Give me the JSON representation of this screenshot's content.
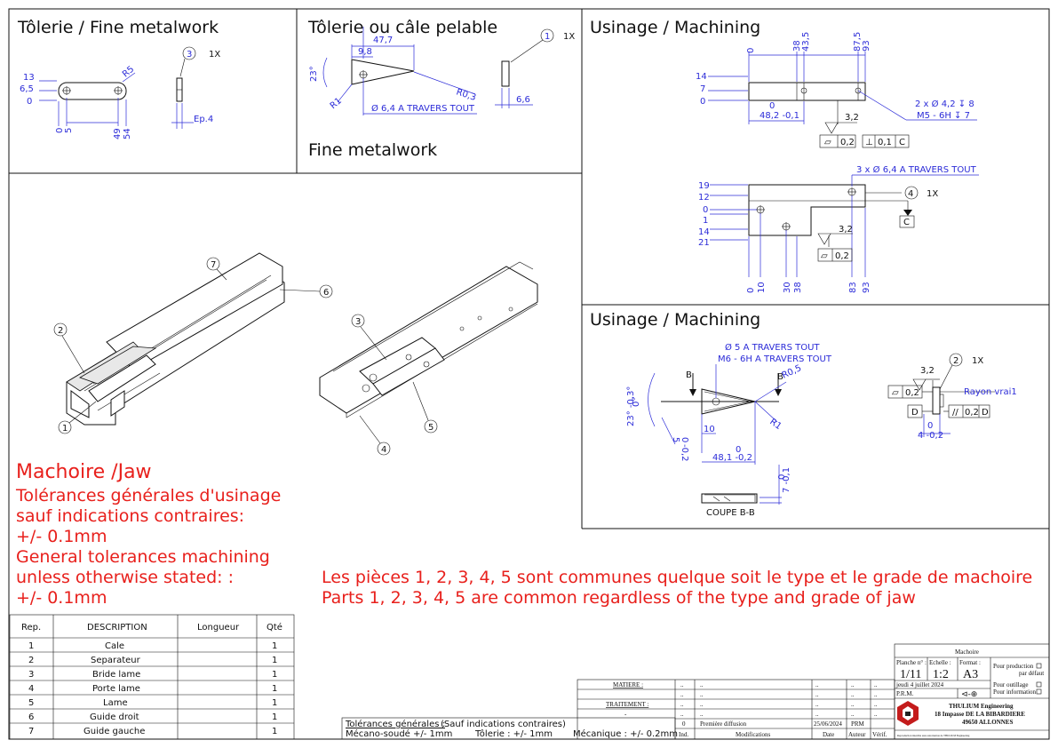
{
  "views": {
    "fine_metalwork_title": "Tôlerie / Fine metalwork",
    "peelable_title": "Tôlerie ou câle pelable",
    "peelable_subtitle": "Fine metalwork",
    "machining_title_1": "Usinage / Machining",
    "machining_title_2": "Usinage / Machining"
  },
  "view1": {
    "dims": [
      "13",
      "6,5",
      "0",
      "R5",
      "0",
      "5",
      "49",
      "54",
      "Ep.4"
    ],
    "balloon": "3",
    "qty": "1X"
  },
  "view2": {
    "dims": [
      "47,7",
      "9,8",
      "23°",
      "R1",
      "R0,3",
      "Ø 6,4 A TRAVERS TOUT",
      "6,6"
    ],
    "balloon": "1",
    "qty": "1X"
  },
  "view3": {
    "top_dims": [
      "0",
      "38",
      "43,5",
      "87,5",
      "93"
    ],
    "left_dims": [
      "14",
      "7",
      "0"
    ],
    "bottom_dims": [
      "0",
      "48,2 -0,1"
    ],
    "hole_note_1": "2 x Ø 4,2 ↧ 8",
    "hole_note_2": "M5 - 6H ↧ 7",
    "roughness": "3,2",
    "gdt_flat": "0,2",
    "gdt_perp": "0,1",
    "gdt_datum": "C",
    "hole_note_3": "3 x Ø 6,4 A TRAVERS TOUT",
    "left_dims_2": [
      "19",
      "12",
      "0",
      "1",
      "14",
      "21"
    ],
    "bottom_dims_2": [
      "0",
      "10",
      "30",
      "38",
      "83",
      "93"
    ],
    "balloon": "4",
    "qty": "1X",
    "roughness_2": "3,2",
    "gdt_flat_2": "0,2",
    "datum_2": "C"
  },
  "view4": {
    "hole_note_1": "Ø 5 A TRAVERS TOUT",
    "hole_note_2": "M6 - 6H A TRAVERS TOUT",
    "section_b": "B",
    "r_small": "R0,5",
    "r_big": "R1",
    "angle_1": "0°",
    "angle_2": "23° -0,3°",
    "dims": [
      "5",
      "0",
      "-0,2",
      "10",
      "0",
      "48,1 -0,2",
      "0",
      "7 -0,1"
    ],
    "section_label": "COUPE B-B",
    "balloon": "2",
    "qty": "1X",
    "roughness": "3,2",
    "gdt_flat": "0,2",
    "datum_d": "D",
    "gdt_par": "0,2",
    "gdt_par_datum": "D",
    "true_radius": "Rayon vrai1",
    "bottom_dims": [
      "0",
      "4 -0,2"
    ]
  },
  "iso_balloons": [
    "7",
    "6",
    "2",
    "1",
    "3",
    "5",
    "4"
  ],
  "notes": {
    "jaw_title": "Machoire /Jaw",
    "lines": [
      "Tolérances générales d'usinage",
      "sauf indications contraires:",
      "+/- 0.1mm",
      "General tolerances machining",
      "unless otherwise stated: :",
      " +/- 0.1mm"
    ],
    "common_fr": "Les pièces 1, 2, 3, 4, 5 sont communes quelque soit le type et le grade de machoire",
    "common_en": "Parts 1, 2, 3, 4, 5 are common regardless of the type and grade of jaw"
  },
  "bom": {
    "headers": [
      "Rep.",
      "DESCRIPTION",
      "Longueur",
      "Qté"
    ],
    "rows": [
      [
        "1",
        "Cale",
        "",
        "1"
      ],
      [
        "2",
        "Separateur",
        "",
        "1"
      ],
      [
        "3",
        "Bride lame",
        "",
        "1"
      ],
      [
        "4",
        "Porte lame",
        "",
        "1"
      ],
      [
        "5",
        "Lame",
        "",
        "1"
      ],
      [
        "6",
        "Guide droit",
        "",
        "1"
      ],
      [
        "7",
        "Guide gauche",
        "",
        "1"
      ]
    ]
  },
  "tolerance_block": {
    "label": "Tolérances générales :",
    "note": "(Sauf indications contraires)",
    "mecano": "Mécano-soudé +/- 1mm",
    "tolerie": "Tôlerie : +/- 1mm",
    "mecanique": "Mécanique : +/- 0.2mm"
  },
  "revision": {
    "matiere": "MATIERE :",
    "traitement": "TRAITEMENT :",
    "dash": "-",
    "dots": "..",
    "rev0_ind": "0",
    "rev0_text": "Première diffusion",
    "rev0_date": "25/06/2024",
    "rev0_author": "PRM",
    "col_ind": "Ind.",
    "col_mod": "Modifications",
    "col_date": "Date",
    "col_auteur": "Auteur",
    "col_verif": "Vérif."
  },
  "title_block": {
    "name": "Machoire",
    "planche_label": "Planche n° :",
    "echelle_label": "Echelle :",
    "format_label": "Format :",
    "planche": "1/11",
    "echelle": "1:2",
    "format": "A3",
    "date": "jeudi 4 juillet 2024",
    "author": "P.R.M.",
    "for_production": "Pour production",
    "par_defaut": "par défaut",
    "pour_outillage": "Pour outillage",
    "pour_information": "Pour information",
    "company": "THULIUM Engineering",
    "address": "18 Impasse DE LA BIBARDIERE",
    "city": "49650 ALLONNES",
    "legal": "Reproduction interdite sans autorisation de THULIUM Engineering"
  }
}
